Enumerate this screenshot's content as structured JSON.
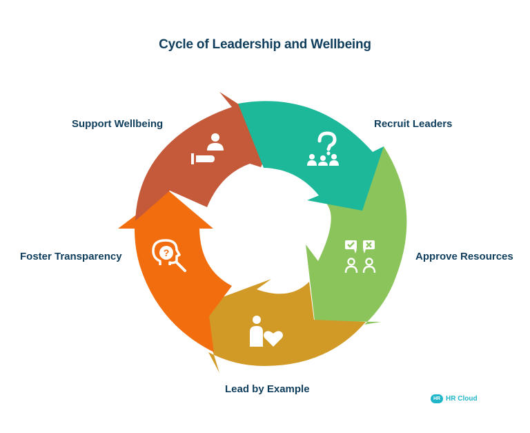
{
  "title": "Cycle of Leadership and Wellbeing",
  "steps": [
    {
      "label": "Recruit Leaders",
      "color": "#1db89a",
      "icon": "people-question-icon"
    },
    {
      "label": "Approve Resources",
      "color": "#8cc45c",
      "icon": "approve-reject-icon"
    },
    {
      "label": "Lead by Example",
      "color": "#d19a27",
      "icon": "person-heart-icon"
    },
    {
      "label": "Foster Transparency",
      "color": "#f26d0e",
      "icon": "head-search-icon"
    },
    {
      "label": "Support Wellbeing",
      "color": "#c55a3a",
      "icon": "person-care-icon"
    }
  ],
  "brand": {
    "badge": "HR",
    "name": "HR Cloud"
  }
}
